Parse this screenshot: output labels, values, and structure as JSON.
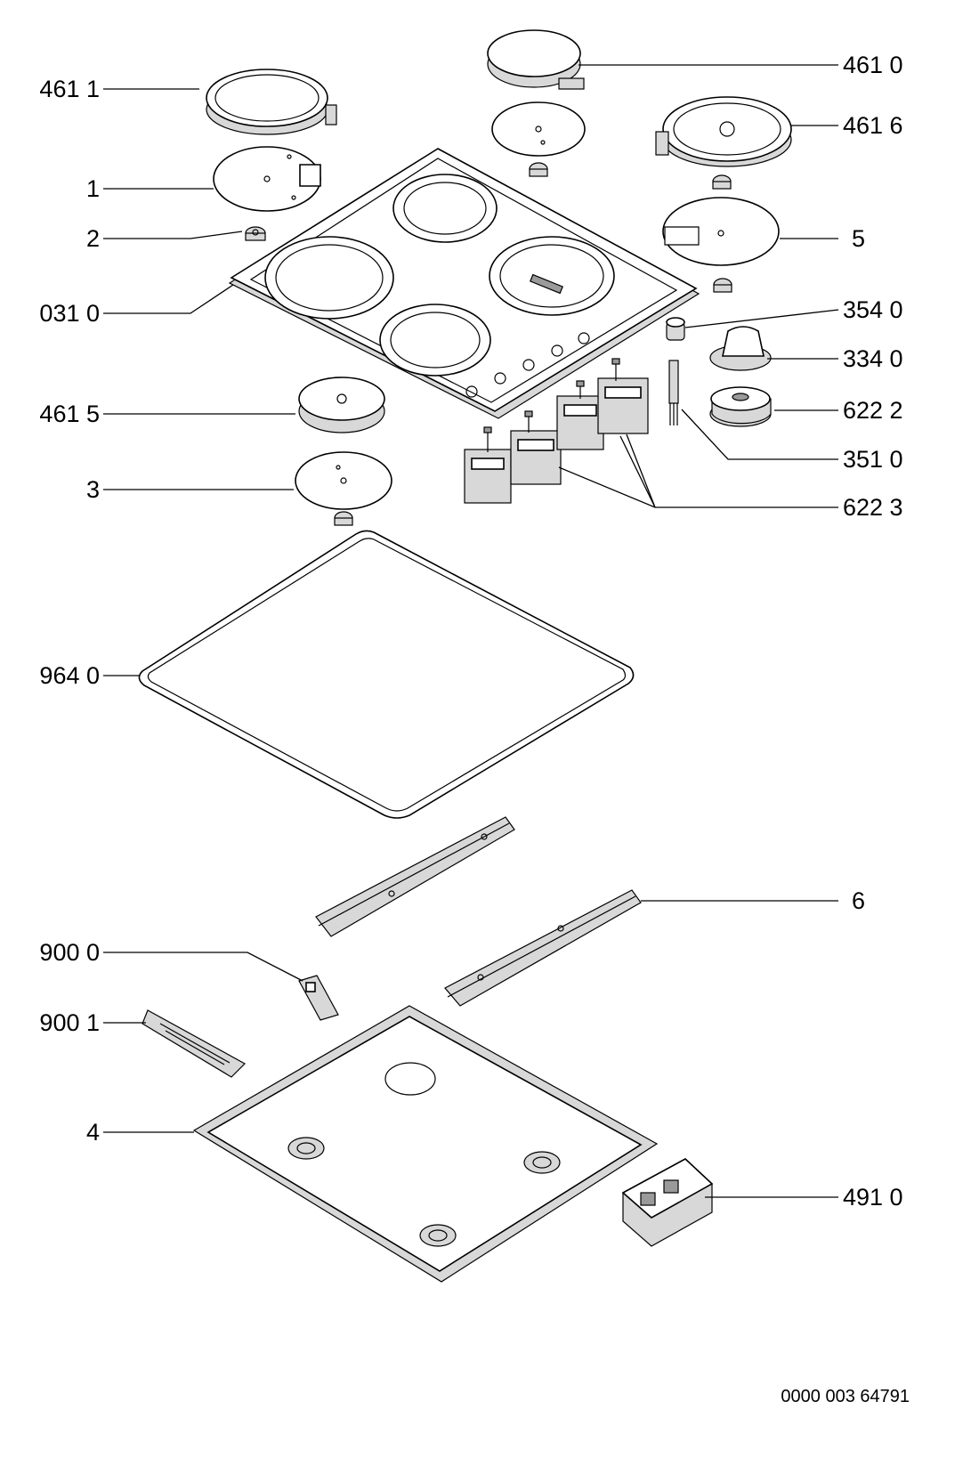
{
  "labels": {
    "l4611": "461 1",
    "l4610": "461 0",
    "l4616": "461 6",
    "l1": "1",
    "l2": "2",
    "l5": "5",
    "l0310": "031 0",
    "l3540": "354 0",
    "l3340": "334 0",
    "l4615": "461 5",
    "l6222": "622 2",
    "l3510": "351 0",
    "l3": "3",
    "l6223": "622 3",
    "l9640": "964 0",
    "l6": "6",
    "l9000": "900 0",
    "l9001": "900 1",
    "l4": "4",
    "l4910": "491 0"
  },
  "document_number": "0000 003 64791"
}
